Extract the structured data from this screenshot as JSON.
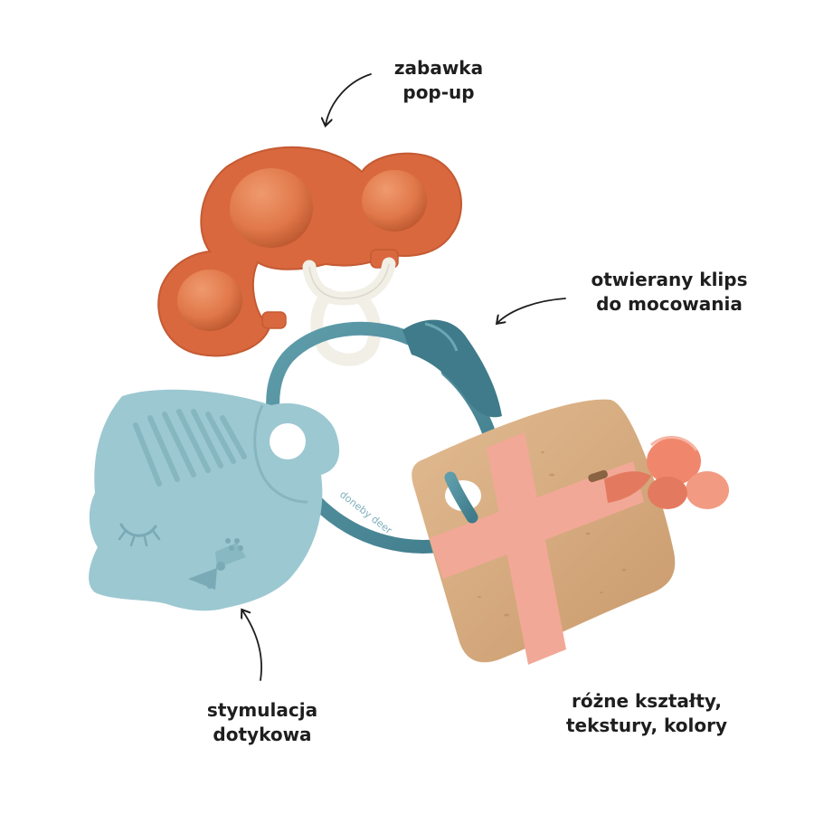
{
  "labels": {
    "popup": {
      "line1": "zabawka",
      "line2": "pop-up"
    },
    "clip": {
      "line1": "otwierany klips",
      "line2": "do mocowania"
    },
    "tactile": {
      "line1": "stymulacja",
      "line2": "dotykowa"
    },
    "shapes": {
      "line1": "różne kształty,",
      "line2": "tekstury, kolory"
    }
  },
  "ring_imprint": "doneby deer",
  "colors": {
    "background": "#ffffff",
    "text": "#1e1e1e",
    "popup_orange": "#d9683e",
    "ring_teal": "#4f8e9c",
    "elephant_blue": "#9cc8d1",
    "wood": "#d7ad82",
    "cross_pink": "#f2a897",
    "bunny_coral": "#f0876c",
    "connector_white": "#f1efe6"
  }
}
